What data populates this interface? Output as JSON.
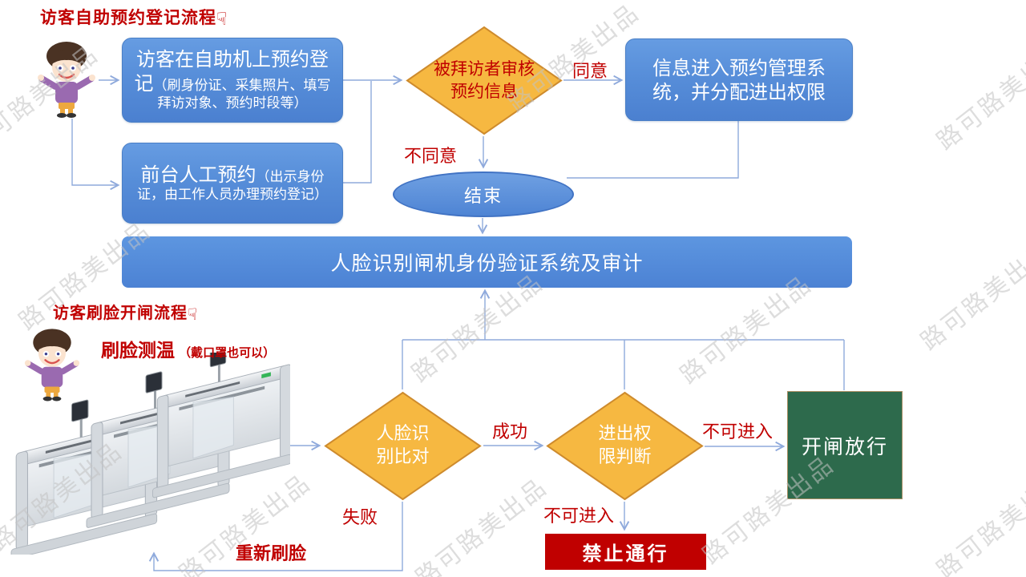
{
  "watermark": {
    "text": "路可路美出品"
  },
  "flow1": {
    "title": "访客自助预约登记流程",
    "hand": "☟",
    "self_box_main": "访客在自助机上预约登记",
    "self_box_note": "（刷身份证、采集照片、填写拜访对象、预约时段等）",
    "desk_box_main": "前台人工预约",
    "desk_box_note": "（出示身份证，由工作人员办理预约登记）",
    "review_diamond": "被拜访者审核预约信息",
    "agree": "同意",
    "disagree": "不同意",
    "system_box": "信息进入预约管理系统，并分配进出权限",
    "end": "结束",
    "bar": "人脸识别闸机身份验证系统及审计"
  },
  "flow2": {
    "title": "访客刷脸开闸流程",
    "hand": "☟",
    "subtitle": "刷脸测温",
    "subtitle_note": "（戴口罩也可以）",
    "face_diamond": "人脸识别比对",
    "success": "成功",
    "fail": "失败",
    "retry": "重新刷脸",
    "perm_diamond": "进出权限判断",
    "no_entry_open": "不可进入",
    "no_entry_deny": "不可进入",
    "open_box": "开闸放行",
    "deny_box": "禁止通行"
  }
}
